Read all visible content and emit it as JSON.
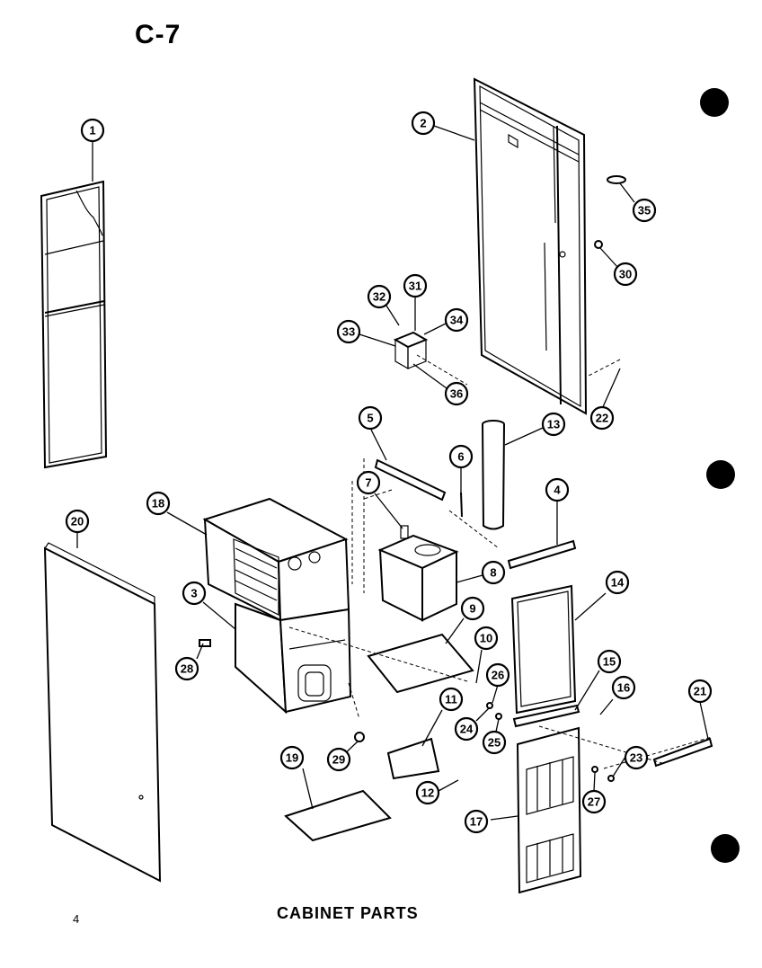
{
  "page": {
    "title": "C-7",
    "caption": "CABINET PARTS",
    "page_number": "4"
  },
  "callouts": [
    {
      "label": "1"
    },
    {
      "label": "2"
    },
    {
      "label": "35"
    },
    {
      "label": "30"
    },
    {
      "label": "32"
    },
    {
      "label": "31"
    },
    {
      "label": "34"
    },
    {
      "label": "33"
    },
    {
      "label": "36"
    },
    {
      "label": "22"
    },
    {
      "label": "5"
    },
    {
      "label": "13"
    },
    {
      "label": "6"
    },
    {
      "label": "7"
    },
    {
      "label": "4"
    },
    {
      "label": "18"
    },
    {
      "label": "20"
    },
    {
      "label": "3"
    },
    {
      "label": "8"
    },
    {
      "label": "14"
    },
    {
      "label": "9"
    },
    {
      "label": "10"
    },
    {
      "label": "28"
    },
    {
      "label": "15"
    },
    {
      "label": "26"
    },
    {
      "label": "16"
    },
    {
      "label": "21"
    },
    {
      "label": "11"
    },
    {
      "label": "24"
    },
    {
      "label": "25"
    },
    {
      "label": "23"
    },
    {
      "label": "29"
    },
    {
      "label": "19"
    },
    {
      "label": "12"
    },
    {
      "label": "27"
    },
    {
      "label": "17"
    }
  ]
}
